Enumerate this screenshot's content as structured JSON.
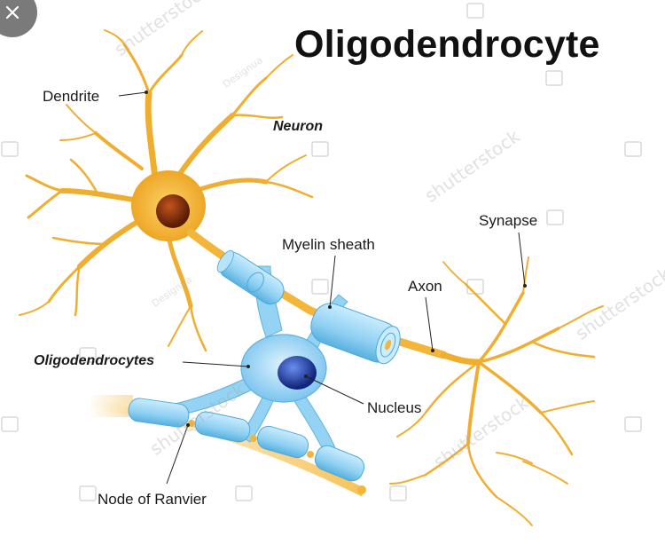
{
  "title": "Oligodendrocyte",
  "labels": {
    "dendrite": "Dendrite",
    "neuron": "Neuron",
    "myelin_sheath": "Myelin sheath",
    "synapse": "Synapse",
    "axon": "Axon",
    "oligodendrocytes": "Oligodendrocytes",
    "nucleus": "Nucleus",
    "node_of_ranvier": "Node of Ranvier"
  },
  "watermark": {
    "brand": "shutterstock",
    "designer": "Designua"
  },
  "colors": {
    "neuron": "#f3b53a",
    "neuron_dark": "#e69a1c",
    "nucleus": "#8b3a12",
    "myelin": "#8fd0f2",
    "myelin_dark": "#4aa9dc",
    "olig_nucleus": "#1d3fa8",
    "overlay_close": "#7a7a7a"
  },
  "close_icon": "close-icon"
}
